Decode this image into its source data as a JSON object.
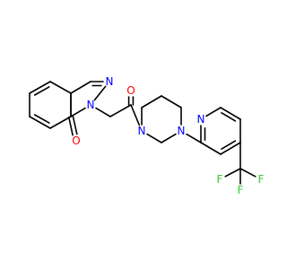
{
  "structure": {
    "atoms": [
      {
        "id": "o_carbonyl_phthalazinone",
        "symbol": "O",
        "color": "#ff0000"
      },
      {
        "id": "n_phthalazinone_2",
        "symbol": "N",
        "color": "#0000ff"
      },
      {
        "id": "n_phthalazinone_3",
        "symbol": "N",
        "color": "#0000ff"
      },
      {
        "id": "o_amide",
        "symbol": "O",
        "color": "#ff0000"
      },
      {
        "id": "n_piperazine_amide",
        "symbol": "N",
        "color": "#0000ff"
      },
      {
        "id": "n_piperazine_aryl",
        "symbol": "N",
        "color": "#0000ff"
      },
      {
        "id": "n_pyridine",
        "symbol": "N",
        "color": "#0000ff"
      },
      {
        "id": "f_1",
        "symbol": "F",
        "color": "#33cc33"
      },
      {
        "id": "f_2",
        "symbol": "F",
        "color": "#33cc33"
      },
      {
        "id": "f_3",
        "symbol": "F",
        "color": "#33cc33"
      }
    ]
  }
}
